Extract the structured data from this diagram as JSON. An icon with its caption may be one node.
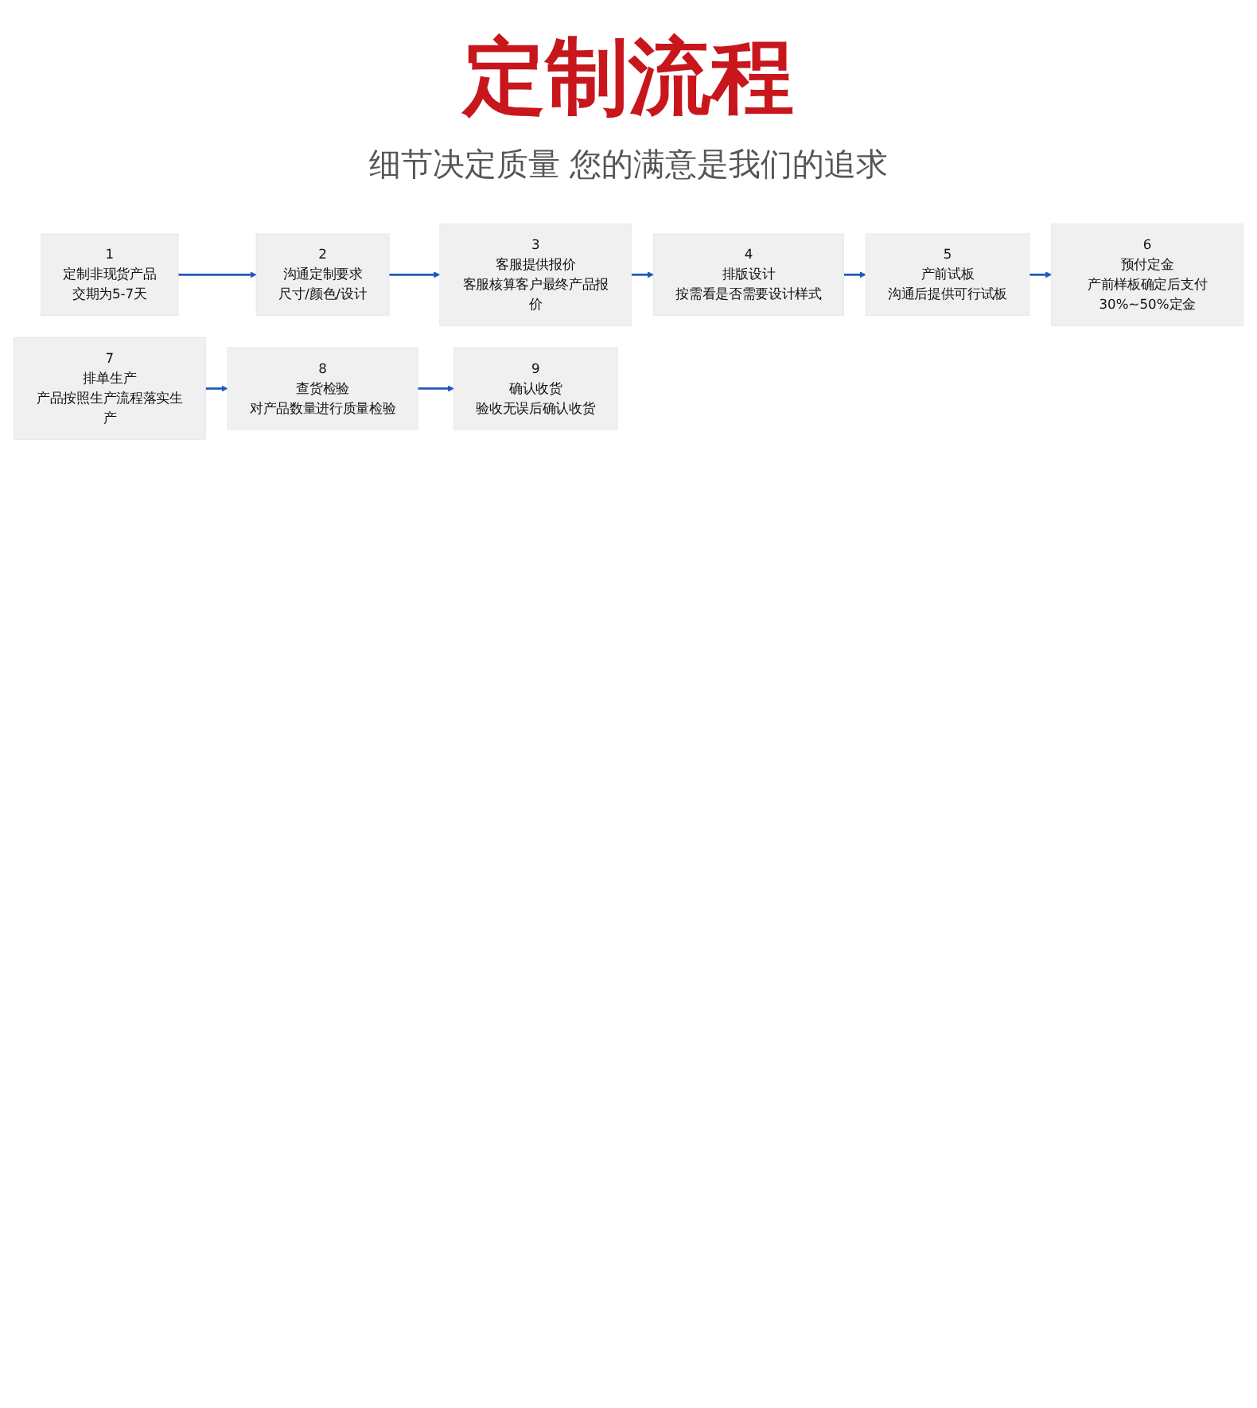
{
  "diagram": {
    "title": "定制流程",
    "nodes": [
      {
        "text": [
          "1",
          "定制非现货产品",
          "交期为5-7天"
        ]
      },
      {
        "text": [
          "2",
          "沟通定制要求",
          "尺寸/颜色/设计"
        ]
      },
      {
        "text": [
          "3",
          "客服提供报价",
          "客服核算客户最终产品报价"
        ]
      },
      {
        "text": [
          "4",
          "排版设计",
          "按需看是否需要设计样式"
        ]
      },
      {
        "text": [
          "5",
          "产前试板",
          "沟通后提供可行试板"
        ]
      },
      {
        "text": [
          "6",
          "预付定金",
          "产前样板确定后支付30%~50%定金"
        ]
      },
      {
        "text": [
          "7",
          "排单生产",
          "产品按照生产流程落实生产"
        ]
      },
      {
        "text": [
          "8",
          "查货检验",
          "对产品数量进行质量检验"
        ]
      },
      {
        "text": [
          "9",
          "确认收货",
          "验收无误后确认收货"
        ]
      }
    ],
    "edges": [
      {
        "from": 0,
        "to": 1,
        "arrow": "to"
      },
      {
        "from": 1,
        "to": 2,
        "arrow": "to"
      },
      {
        "from": 2,
        "to": 3,
        "arrow": "to"
      },
      {
        "from": 3,
        "to": 4,
        "arrow": "to"
      },
      {
        "from": 4,
        "to": 5,
        "arrow": "to"
      },
      {
        "from": 6,
        "to": 7,
        "arrow": "to"
      },
      {
        "from": 7,
        "to": 8,
        "arrow": "to"
      }
    ],
    "labels": [
      "细节决定质量 您的满意是我们的追求"
    ]
  }
}
